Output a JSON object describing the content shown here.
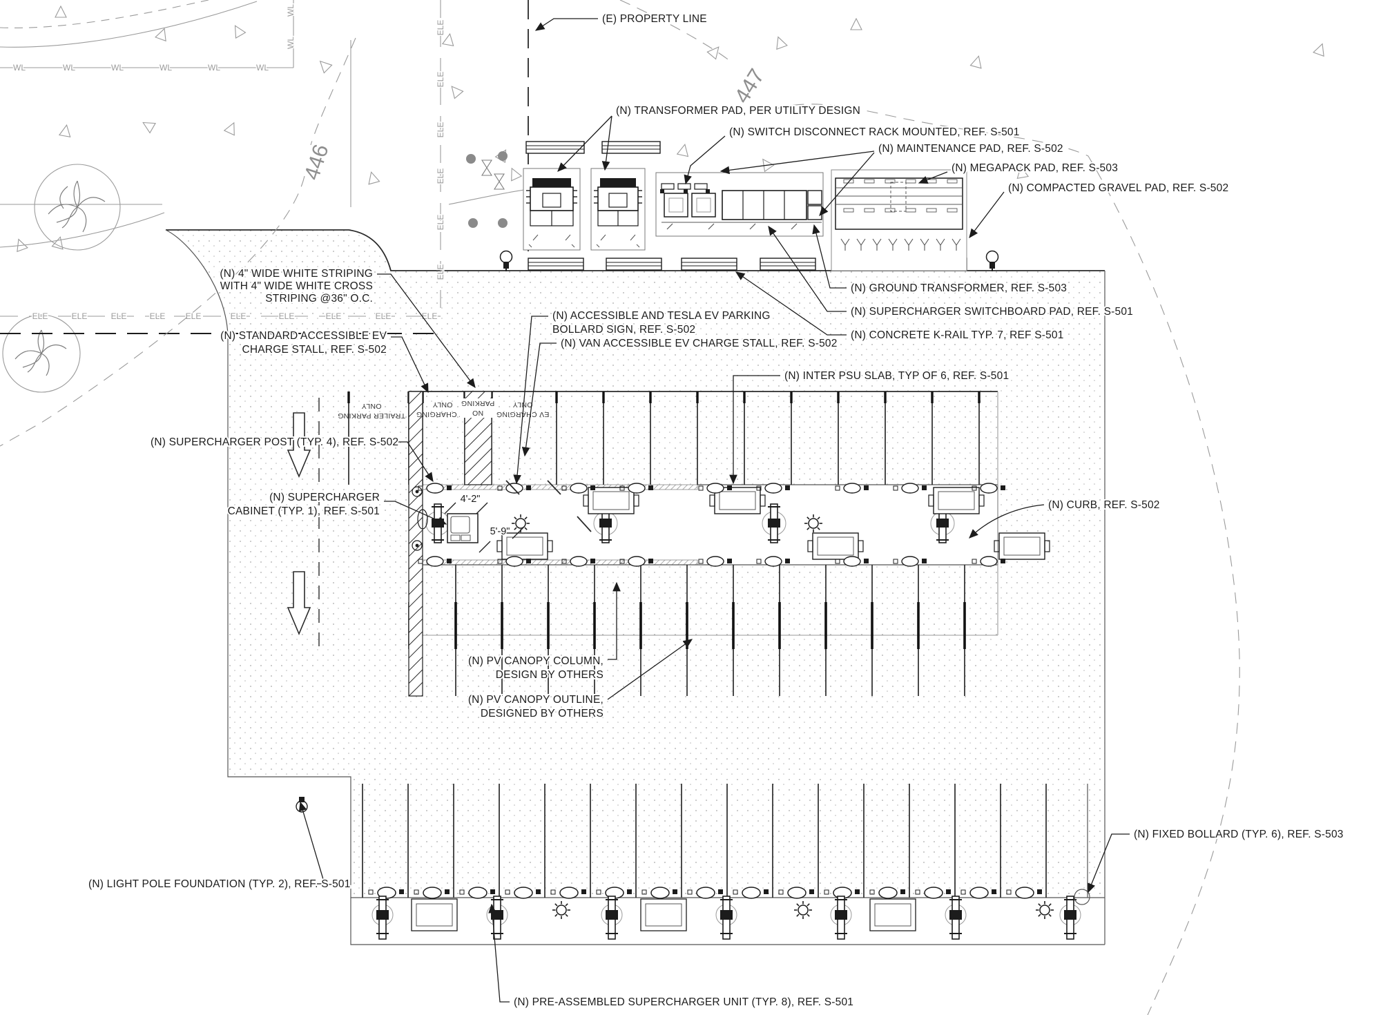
{
  "title": "EV supercharger site plan",
  "callouts": {
    "property_line": {
      "text": "(E) PROPERTY LINE"
    },
    "transformer_pad": {
      "text": "(N) TRANSFORMER PAD, PER UTILITY DESIGN"
    },
    "switch_disconnect": {
      "text": "(N) SWITCH DISCONNECT RACK MOUNTED, REF. S-501"
    },
    "maintenance_pad": {
      "text": "(N) MAINTENANCE PAD, REF. S-502"
    },
    "megapack_pad": {
      "text": "(N) MEGAPACK PAD, REF. S-503"
    },
    "compacted_gravel": {
      "text": "(N) COMPACTED GRAVEL PAD, REF. S-502"
    },
    "ground_transformer": {
      "text": "(N) GROUND TRANSFORMER, REF. S-503"
    },
    "switchboard_pad": {
      "text": "(N) SUPERCHARGER SWITCHBOARD PAD, REF. S-501"
    },
    "k_rail": {
      "text": "(N) CONCRETE K-RAIL TYP. 7, REF S-501"
    },
    "striping": {
      "lines": [
        "(N) 4\" WIDE WHITE STRIPING",
        "WITH 4\" WIDE WHITE CROSS",
        "STRIPING @36\" O.C."
      ]
    },
    "bollard_sign": {
      "lines": [
        "(N) ACCESSIBLE AND TESLA EV PARKING",
        "BOLLARD SIGN, REF. S-502"
      ]
    },
    "van_stall": {
      "text": "(N) VAN ACCESSIBLE EV CHARGE STALL, REF. S-502"
    },
    "standard_stall": {
      "lines": [
        "(N) STANDARD ACCESSIBLE EV",
        "CHARGE STALL, REF. S-502"
      ]
    },
    "inter_psu": {
      "text": "(N) INTER PSU SLAB, TYP OF 6, REF. S-501"
    },
    "sc_post": {
      "text": "(N) SUPERCHARGER POST (TYP. 4), REF. S-502"
    },
    "sc_cabinet": {
      "lines": [
        "(N) SUPERCHARGER",
        "CABINET (TYP. 1), REF. S-501"
      ]
    },
    "curb": {
      "text": "(N) CURB, REF. S-502"
    },
    "pv_column": {
      "lines": [
        "(N) PV CANOPY COLUMN,",
        "DESIGN BY OTHERS"
      ]
    },
    "pv_outline": {
      "lines": [
        "(N) PV CANOPY OUTLINE,",
        "DESIGNED BY OTHERS"
      ]
    },
    "light_pole": {
      "text": "(N) LIGHT POLE FOUNDATION (TYP. 2), REF. S-501"
    },
    "fixed_bollard": {
      "text": "(N) FIXED BOLLARD (TYP. 6), REF. S-503"
    },
    "psu_unit": {
      "text": "(N) PRE-ASSEMBLED SUPERCHARGER UNIT (TYP. 8), REF. S-501"
    }
  },
  "contours": {
    "c446": "446",
    "c447": "447"
  },
  "utilities": {
    "wl": "WL",
    "ele": "ELE"
  },
  "stall_texts": {
    "trailer": {
      "lines": [
        "TRAILER PARKING",
        "ONLY"
      ]
    },
    "ev": {
      "lines": [
        "EV CHARGING",
        "ONLY"
      ]
    },
    "no_parking": {
      "lines": [
        "NO",
        "PARKING"
      ]
    }
  },
  "dimensions": {
    "d1": "4'-2\"",
    "d2": "5'-9\""
  },
  "colors": {
    "linework": "#1c1c1c",
    "gray_linework": "#9a9a9a",
    "paper": "#ffffff"
  }
}
